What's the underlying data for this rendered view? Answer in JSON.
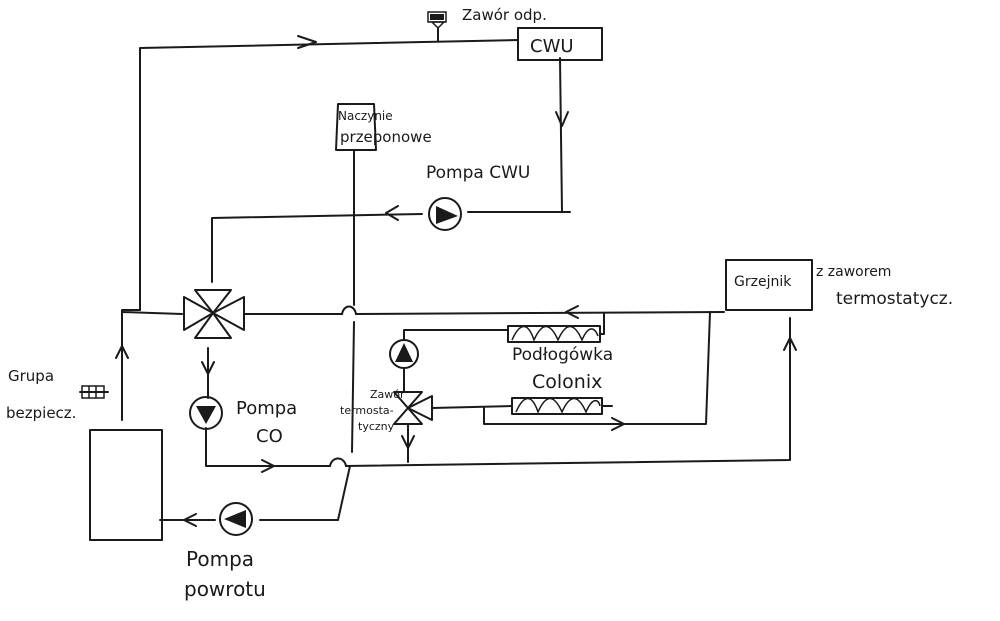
{
  "labels": {
    "zawor_odp": "Zawór odp.",
    "cwu_box": "CWU",
    "naczynie_line1": "Naczynie",
    "naczynie_line2": "przeponowe",
    "pompa_cwu": "Pompa CWU",
    "grzejnik": "Grzejnik",
    "zawor_term_line1": "z zaworem",
    "zawor_term_line2": "termostatycz.",
    "grupa_line1": "Grupa",
    "grupa_line2": "bezpiecz.",
    "pompa_co_line1": "Pompa",
    "pompa_co_line2": "CO",
    "podlogowka_line1": "Podłogówka",
    "podlogowka_line2": "Colonix",
    "zawor_mix_line1": "Zawór",
    "zawor_mix_line2": "termosta-",
    "zawor_mix_line3": "tyczny",
    "pompa_powrotu_line1": "Pompa",
    "pompa_powrotu_line2": "powrotu"
  },
  "colors": {
    "ink": "#1a1a1a",
    "paper": "#ffffff"
  }
}
